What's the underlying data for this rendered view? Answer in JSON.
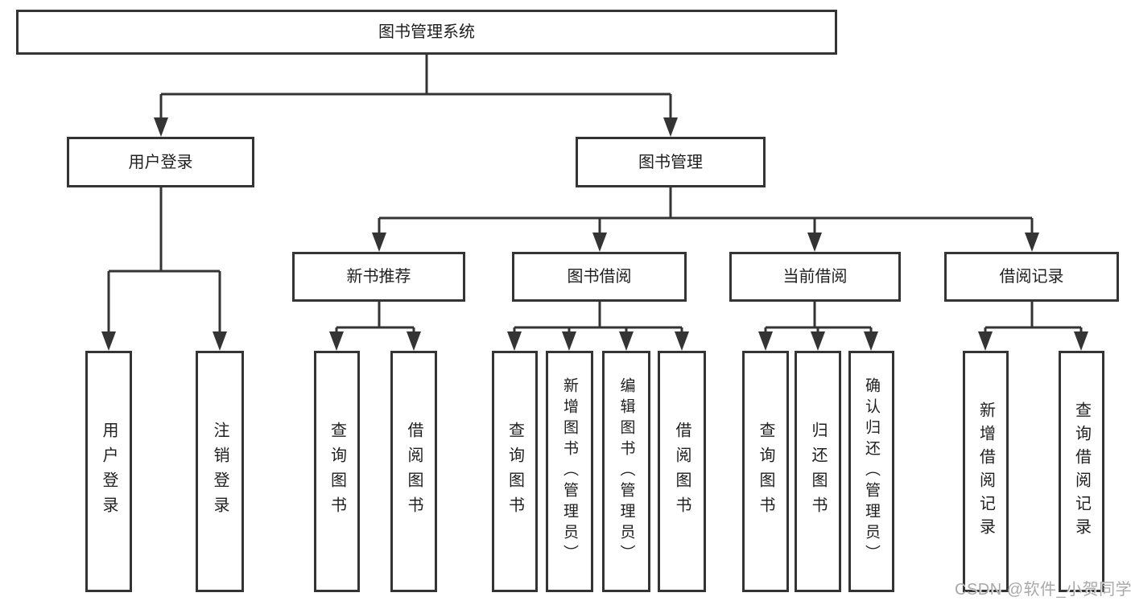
{
  "diagram": {
    "tree": {
      "label": "图书管理系统",
      "children": [
        {
          "label": "用户登录",
          "children": [
            {
              "label": "用户登录"
            },
            {
              "label": "注销登录"
            }
          ]
        },
        {
          "label": "图书管理",
          "children": [
            {
              "label": "新书推荐",
              "children": [
                {
                  "label": "查询图书"
                },
                {
                  "label": "借阅图书"
                }
              ]
            },
            {
              "label": "图书借阅",
              "children": [
                {
                  "label": "查询图书"
                },
                {
                  "label": "新增图书（管理员）"
                },
                {
                  "label": "编辑图书（管理员）"
                },
                {
                  "label": "借阅图书"
                }
              ]
            },
            {
              "label": "当前借阅",
              "children": [
                {
                  "label": "查询图书"
                },
                {
                  "label": "归还图书"
                },
                {
                  "label": "确认归还（管理员）"
                }
              ]
            },
            {
              "label": "借阅记录",
              "children": [
                {
                  "label": "新增借阅记录"
                },
                {
                  "label": "查询借阅记录"
                }
              ]
            }
          ]
        }
      ]
    },
    "colors": {
      "line": "#343434",
      "box_background": "#ffffff",
      "text": "#1f1f1f",
      "watermark": "#a9a9a9"
    }
  },
  "watermark": {
    "text": "CSDN @软件_小贺同学"
  }
}
